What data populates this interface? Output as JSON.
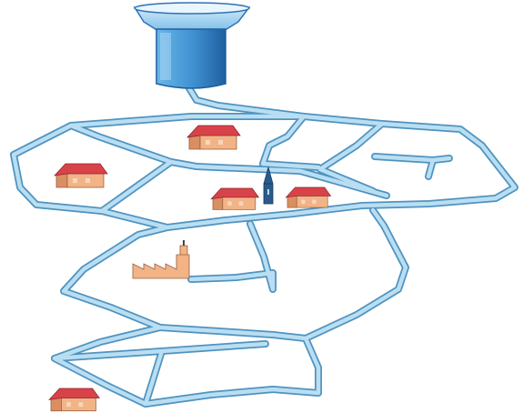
{
  "diagram": {
    "kind": "water-distribution-network",
    "nodes": [
      {
        "id": "water-tower",
        "icon": "water-tower-icon"
      },
      {
        "id": "house-upper-center",
        "icon": "house-icon"
      },
      {
        "id": "house-left",
        "icon": "house-icon"
      },
      {
        "id": "house-village-left",
        "icon": "house-icon"
      },
      {
        "id": "church",
        "icon": "church-icon"
      },
      {
        "id": "house-village-right",
        "icon": "house-icon"
      },
      {
        "id": "factory",
        "icon": "factory-icon"
      },
      {
        "id": "house-bottom-left",
        "icon": "house-icon"
      }
    ],
    "colors": {
      "pipe": "#a9d2ea",
      "pipe_edge": "#4f93c0",
      "tower_light": "#7fc0ea",
      "tower_dark": "#2f72b4",
      "roof": "#d8434a",
      "wall": "#f2b487",
      "wall_shade": "#d98f62",
      "factory": "#f2b487",
      "church_spire": "#2a5b8c"
    }
  }
}
